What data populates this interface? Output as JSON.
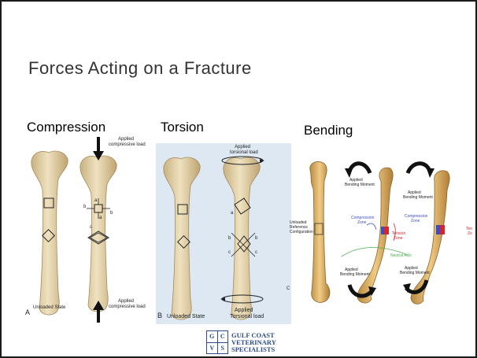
{
  "slide": {
    "title": "Forces Acting on a Fracture",
    "headers": {
      "compression": "Compression",
      "torsion": "Torsion",
      "bending": "Bending"
    }
  },
  "compression": {
    "top_load": [
      "Applied",
      "compressive load"
    ],
    "bottom_load": [
      "Applied",
      "compressive load"
    ],
    "state": "Unloaded State",
    "panel_letter": "A",
    "markers": [
      "a",
      "b",
      "b",
      "a",
      "c"
    ]
  },
  "torsion": {
    "top_load": [
      "Applied",
      "torsional load"
    ],
    "bottom_load": [
      "Applied",
      "Torsional load"
    ],
    "state": "Unloaded State",
    "panel_letter": "B",
    "markers": [
      "a",
      "b",
      "c",
      "b",
      "c",
      "C"
    ]
  },
  "bending": {
    "unloaded": [
      "Unloaded",
      "Reference",
      "Configuration"
    ],
    "moment_labels": [
      "Applied",
      "Bending Moment"
    ],
    "compression_zone": [
      "Compression",
      "Zone"
    ],
    "tension_zone": [
      "Tension",
      "Zone"
    ],
    "tension_zone_cut": [
      "Ten",
      "Zo"
    ],
    "neutral_axis": "Neutral Axis"
  },
  "logo": {
    "line1": "GULF COAST",
    "line2": "VETERINARY",
    "line3": "SPECIALISTS",
    "letters": [
      "G",
      "C",
      "V",
      "S"
    ]
  },
  "colors": {
    "bone": "#e7d4a8",
    "bone_shade": "#c9b181",
    "femur": "#d8a85c",
    "compression": "#3b4ec0",
    "tension": "#d8232a",
    "neutral": "#4caf50",
    "torsion_bg": "#dde8f3"
  }
}
